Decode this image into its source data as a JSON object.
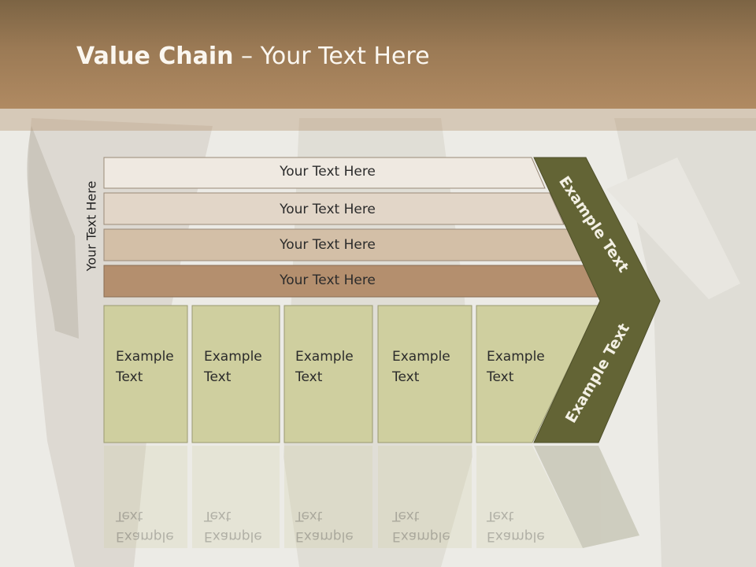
{
  "slide": {
    "title_bold": "Value Chain",
    "title_rest": " – Your Text Here",
    "vertical_label": "Your Text Here"
  },
  "rows": [
    {
      "label": "Your Text Here",
      "color": "#efe9e1"
    },
    {
      "label": "Your Text Here",
      "color": "#e2d6c8"
    },
    {
      "label": "Your Text Here",
      "color": "#d3bfa7"
    },
    {
      "label": "Your Text Here",
      "color": "#b48f6e"
    }
  ],
  "columns": [
    {
      "line1": "Example",
      "line2": "Text"
    },
    {
      "line1": "Example",
      "line2": "Text"
    },
    {
      "line1": "Example",
      "line2": "Text"
    },
    {
      "line1": "Example",
      "line2": "Text"
    },
    {
      "line1": "Example",
      "line2": "Text"
    }
  ],
  "chevron": {
    "upper_label": "Example Text",
    "lower_label": "Example Text",
    "color": "#636435",
    "column_color": "#cfcf9f"
  }
}
